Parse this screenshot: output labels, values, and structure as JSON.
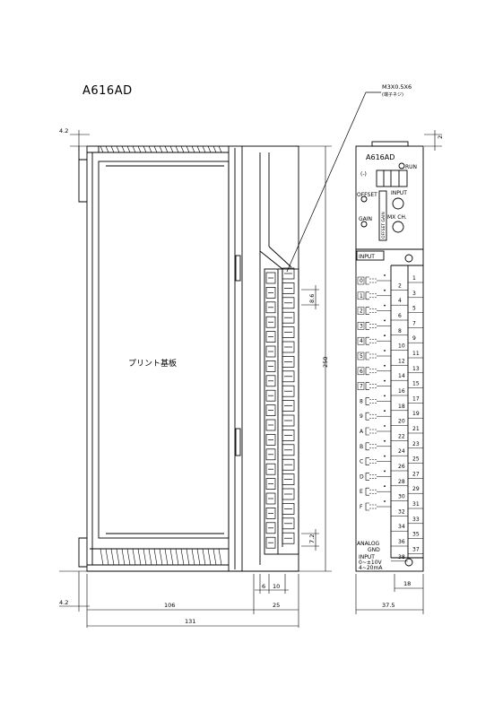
{
  "title": "A616AD",
  "screw_note": "M3X0.5X6",
  "screw_note_sub": "(端子ネジ)",
  "pcb_label": "プリント基板",
  "dims": {
    "top_left": "4.2",
    "bottom_left": "4.2",
    "pitch": "8.6",
    "height": "250",
    "bottom_pitch": "7.2",
    "d6": "6",
    "d10": "10",
    "w106": "106",
    "w25": "25",
    "w131": "131",
    "top_right": "2",
    "front_w18": "18",
    "front_w37_5": "37.5"
  },
  "front": {
    "model": "A616AD",
    "run_label": "RUN",
    "minus_label": "(-)",
    "offset_label": "OFFSET",
    "input_label": "INPUT",
    "gain_label": "GAIN",
    "mxch_label": "MX CH.",
    "switch_text": "OFFSET GAIN",
    "terminal_header": "INPUT",
    "channel_labels": [
      "0",
      "1",
      "2",
      "3",
      "4",
      "5",
      "6",
      "7",
      "8",
      "9",
      "A",
      "B",
      "C",
      "D",
      "E",
      "F"
    ],
    "terminal_numbers": [
      "1",
      "2",
      "3",
      "4",
      "5",
      "6",
      "7",
      "8",
      "9",
      "10",
      "11",
      "12",
      "13",
      "14",
      "15",
      "16",
      "17",
      "18",
      "19",
      "20",
      "21",
      "22",
      "23",
      "24",
      "25",
      "26",
      "27",
      "28",
      "29",
      "30",
      "31",
      "32",
      "33",
      "34",
      "35",
      "36",
      "37",
      "38"
    ],
    "analog_gnd": [
      "ANALOG",
      "GND"
    ],
    "input_spec": [
      "INPUT",
      "0~±10V",
      "4~20mA"
    ]
  }
}
